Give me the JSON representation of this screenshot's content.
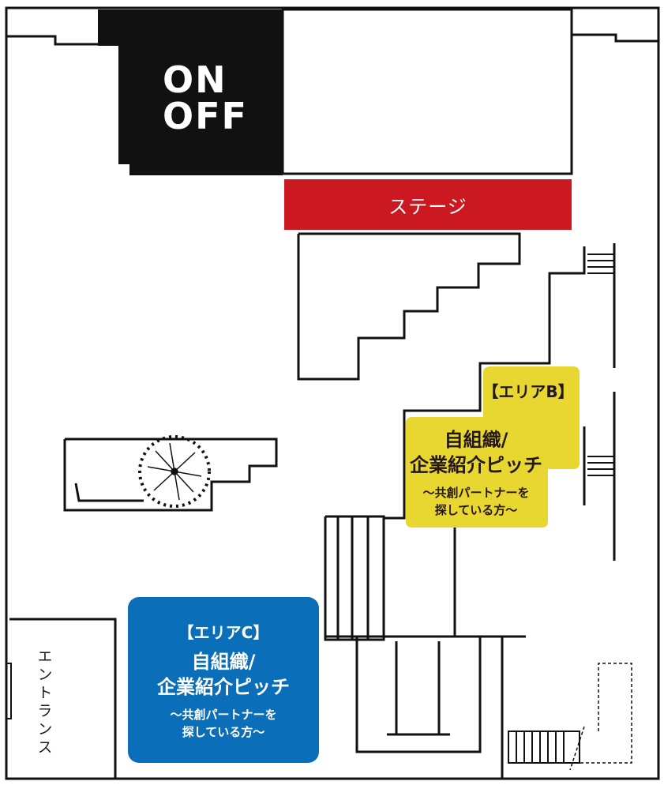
{
  "logo": {
    "line1": "ON",
    "line2": "OFF"
  },
  "stage": {
    "label": "ステージ",
    "color": "#cc1820"
  },
  "area_b": {
    "heading": "【エリアB】",
    "title_line1": "自組織/",
    "title_line2": "企業紹介ピッチ",
    "sub_line1": "〜共創パートナーを",
    "sub_line2": "探している方〜",
    "color": "#e8d631"
  },
  "area_c": {
    "heading": "【エリアC】",
    "title_line1": "自組織/",
    "title_line2": "企業紹介ピッチ",
    "sub_line1": "〜共創パートナーを",
    "sub_line2": "探している方〜",
    "color": "#0a6fb8"
  },
  "entrance": {
    "label": "エントランス"
  },
  "icons": {
    "tree": "tree-icon"
  }
}
